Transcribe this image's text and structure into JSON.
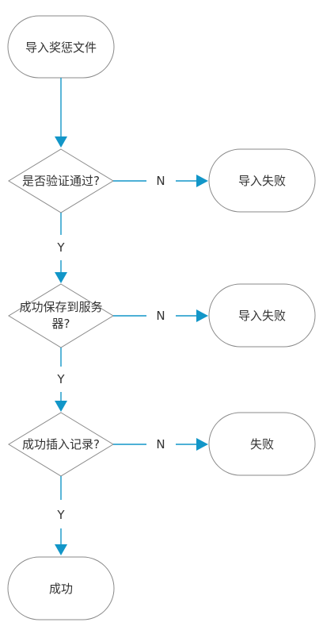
{
  "colors": {
    "edge": "#1296c8",
    "arrow": "#1296c8",
    "node_stroke": "#8a8a8a",
    "text": "#333333"
  },
  "nodes": {
    "start": "导入奖惩文件",
    "check_validation": "是否验证通过?",
    "fail_1": "导入失败",
    "check_saved": [
      "成功保存到服务",
      "器?"
    ],
    "fail_2": "导入失败",
    "check_inserted": "成功插入记录?",
    "fail_3": "失败",
    "success": "成功"
  },
  "edges": {
    "yes_label": "Y",
    "no_label": "N"
  }
}
